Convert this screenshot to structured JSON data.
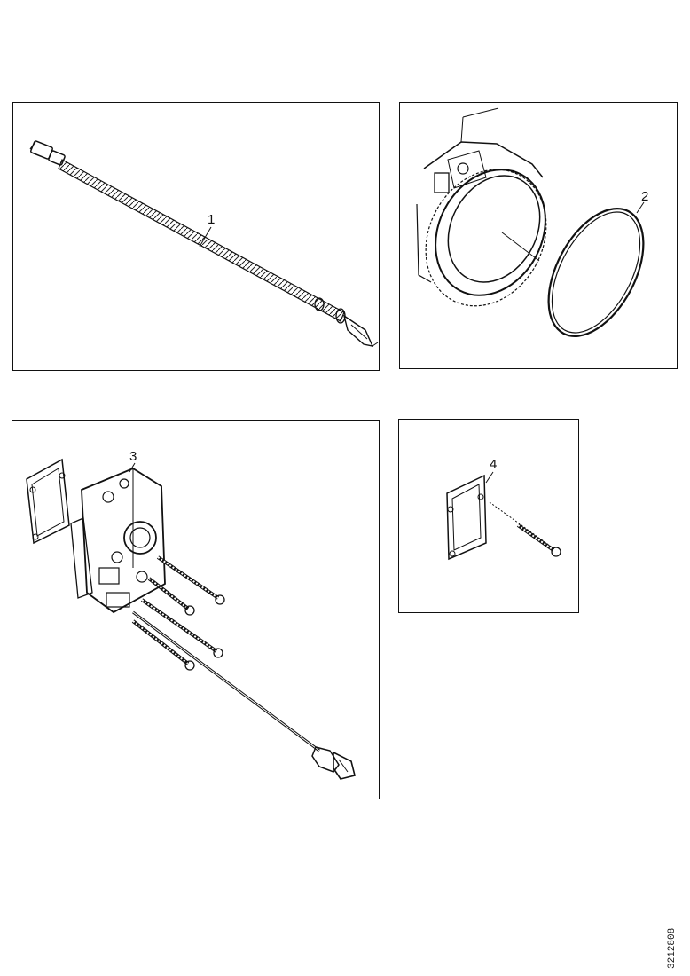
{
  "panels": [
    {
      "id": "panel-1",
      "callouts": [
        "1"
      ]
    },
    {
      "id": "panel-2",
      "callouts": [
        "2"
      ]
    },
    {
      "id": "panel-3",
      "callouts": [
        "3"
      ]
    },
    {
      "id": "panel-4",
      "callouts": [
        "4"
      ]
    }
  ],
  "callouts": {
    "c1": "1",
    "c2": "2",
    "c3": "3",
    "c4": "4"
  },
  "document_number": "3212808"
}
